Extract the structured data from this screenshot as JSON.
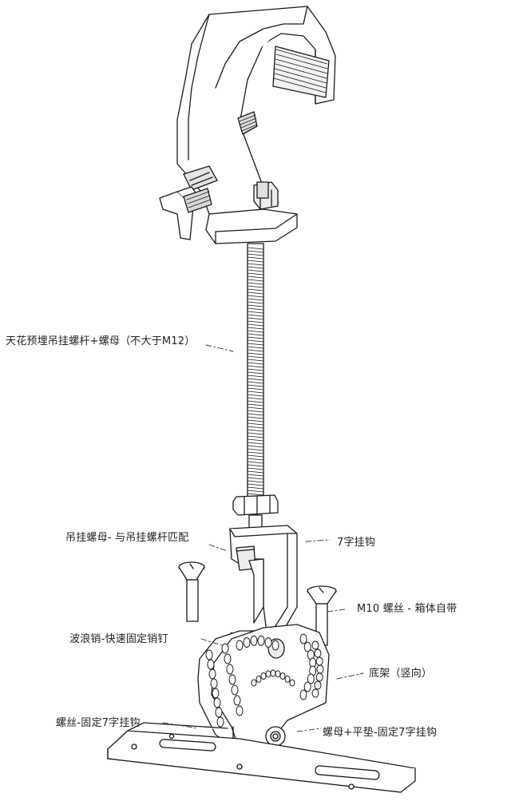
{
  "labels": {
    "threaded_rod": "天花预埋吊挂螺杆+螺母（不大于M12）",
    "hanging_nut": "吊挂螺母- 与吊挂螺杆匹配",
    "hook_7": "7字挂钩",
    "m10_screw": "M10 螺丝 - 箱体自带",
    "wave_pin": "波浪销-快速固定销钉",
    "base_vertical": "底架（竖向）",
    "screw_fix": "螺丝-固定7字挂钩",
    "nut_washer": "螺母+平垫-固定7字挂钩"
  }
}
